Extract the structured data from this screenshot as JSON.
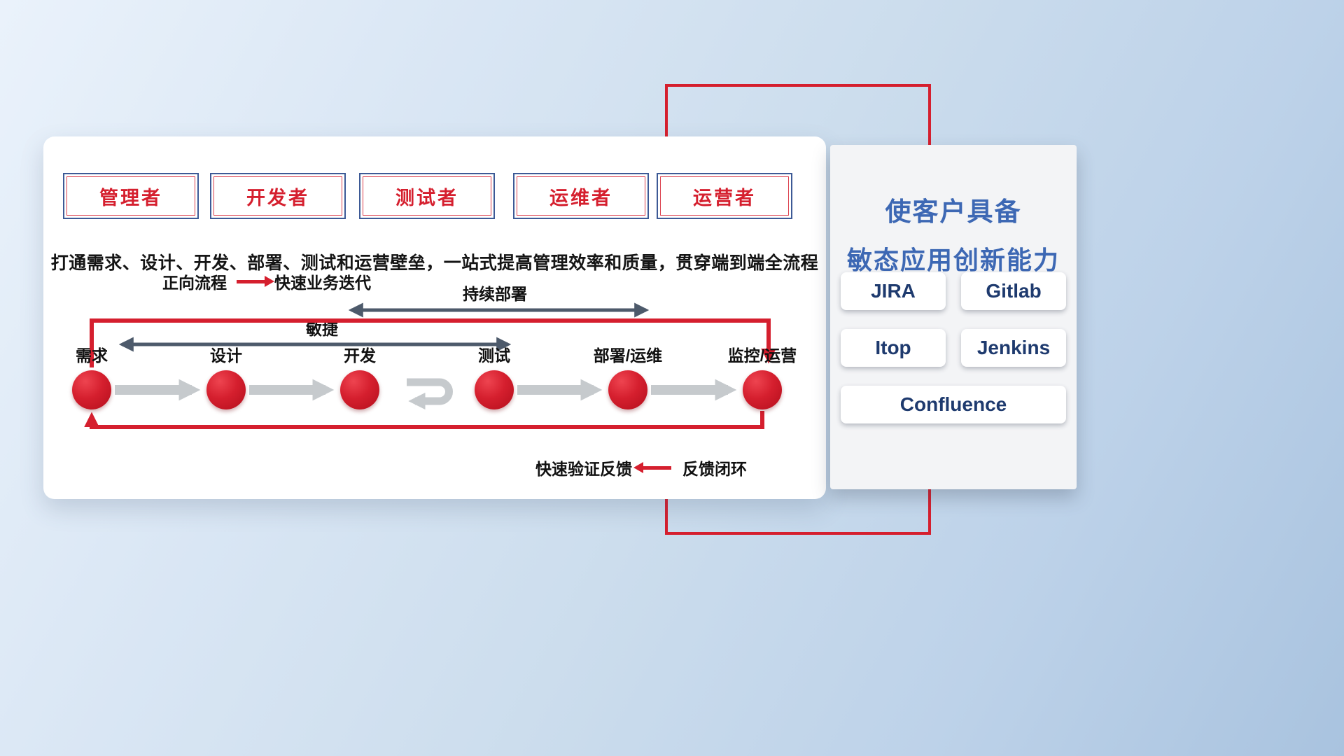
{
  "colors": {
    "accent_red": "#d51f2e",
    "title_blue": "#3d68b4",
    "tool_navy": "#1e3a6e",
    "span_arrow_slate": "#4d5a6b",
    "step_arrow_gray": "#c6cacd"
  },
  "roles": [
    "管理者",
    "开发者",
    "测试者",
    "运维者",
    "运营者"
  ],
  "description": "打通需求、设计、开发、部署、测试和运营壁垒，一站式提高管理效率和质量，贯穿端到端全流程",
  "legend_forward": {
    "label": "正向流程",
    "value": "快速业务迭代",
    "icon": "red-right-arrow"
  },
  "legend_feedback": {
    "label": "快速验证反馈",
    "value": "反馈闭环",
    "icon": "red-left-arrow"
  },
  "spans": {
    "continuous_deploy": "持续部署",
    "agile": "敏捷"
  },
  "steps": [
    "需求",
    "设计",
    "开发",
    "测试",
    "部署/运维",
    "监控/运营"
  ],
  "right_panel": {
    "title_line1": "使客户具备",
    "title_line2": "敏态应用创新能力",
    "tools": [
      "JIRA",
      "Gitlab",
      "Itop",
      "Jenkins",
      "Confluence"
    ]
  }
}
